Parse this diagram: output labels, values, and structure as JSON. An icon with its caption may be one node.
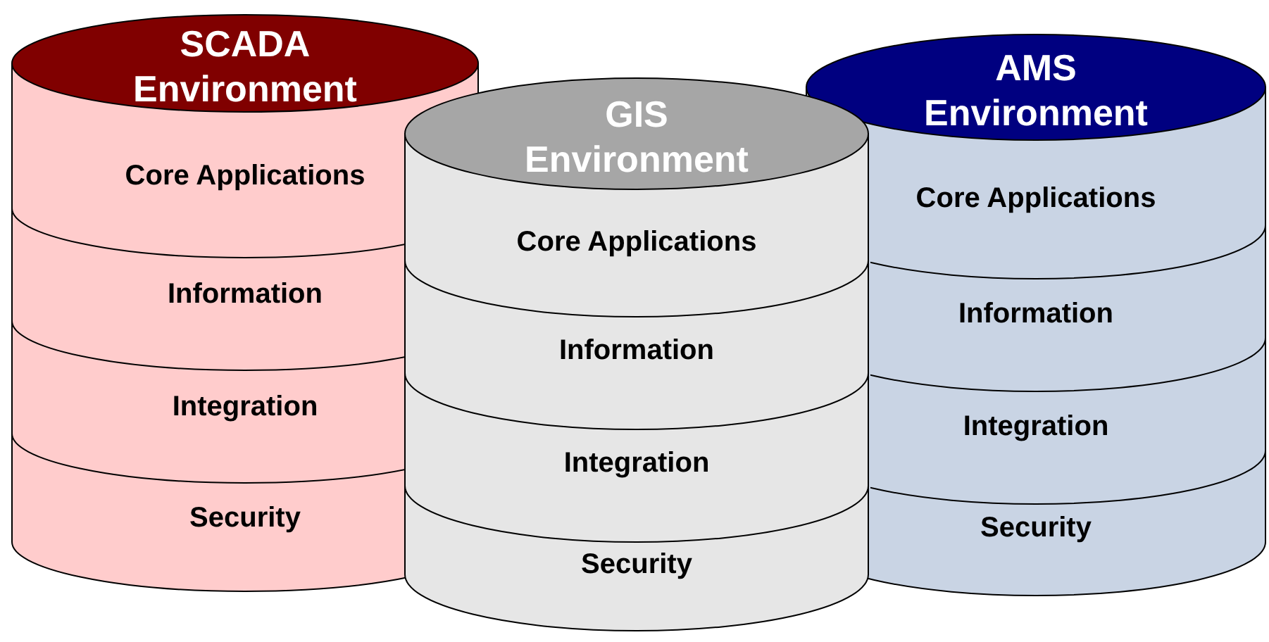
{
  "diagram": {
    "nodes": [
      {
        "text": [
          "SCADA Environment"
        ]
      },
      {
        "text": [
          "Core Applications"
        ],
        "in": 0
      },
      {
        "text": [
          "Information"
        ],
        "in": 0
      },
      {
        "text": [
          "Integration"
        ],
        "in": 0
      },
      {
        "text": [
          "Security"
        ],
        "in": 0
      },
      {
        "text": [
          "GIS Environment"
        ]
      },
      {
        "text": [
          "Core Applications"
        ],
        "in": 5
      },
      {
        "text": [
          "Information"
        ],
        "in": 5
      },
      {
        "text": [
          "Integration"
        ],
        "in": 5
      },
      {
        "text": [
          "Security"
        ],
        "in": 5
      },
      {
        "text": [
          "AMS Environment"
        ]
      },
      {
        "text": [
          "Core Applications"
        ],
        "in": 10
      },
      {
        "text": [
          "Information"
        ],
        "in": 10
      },
      {
        "text": [
          "Integration"
        ],
        "in": 10
      },
      {
        "text": [
          "Security"
        ],
        "in": 10
      }
    ]
  }
}
